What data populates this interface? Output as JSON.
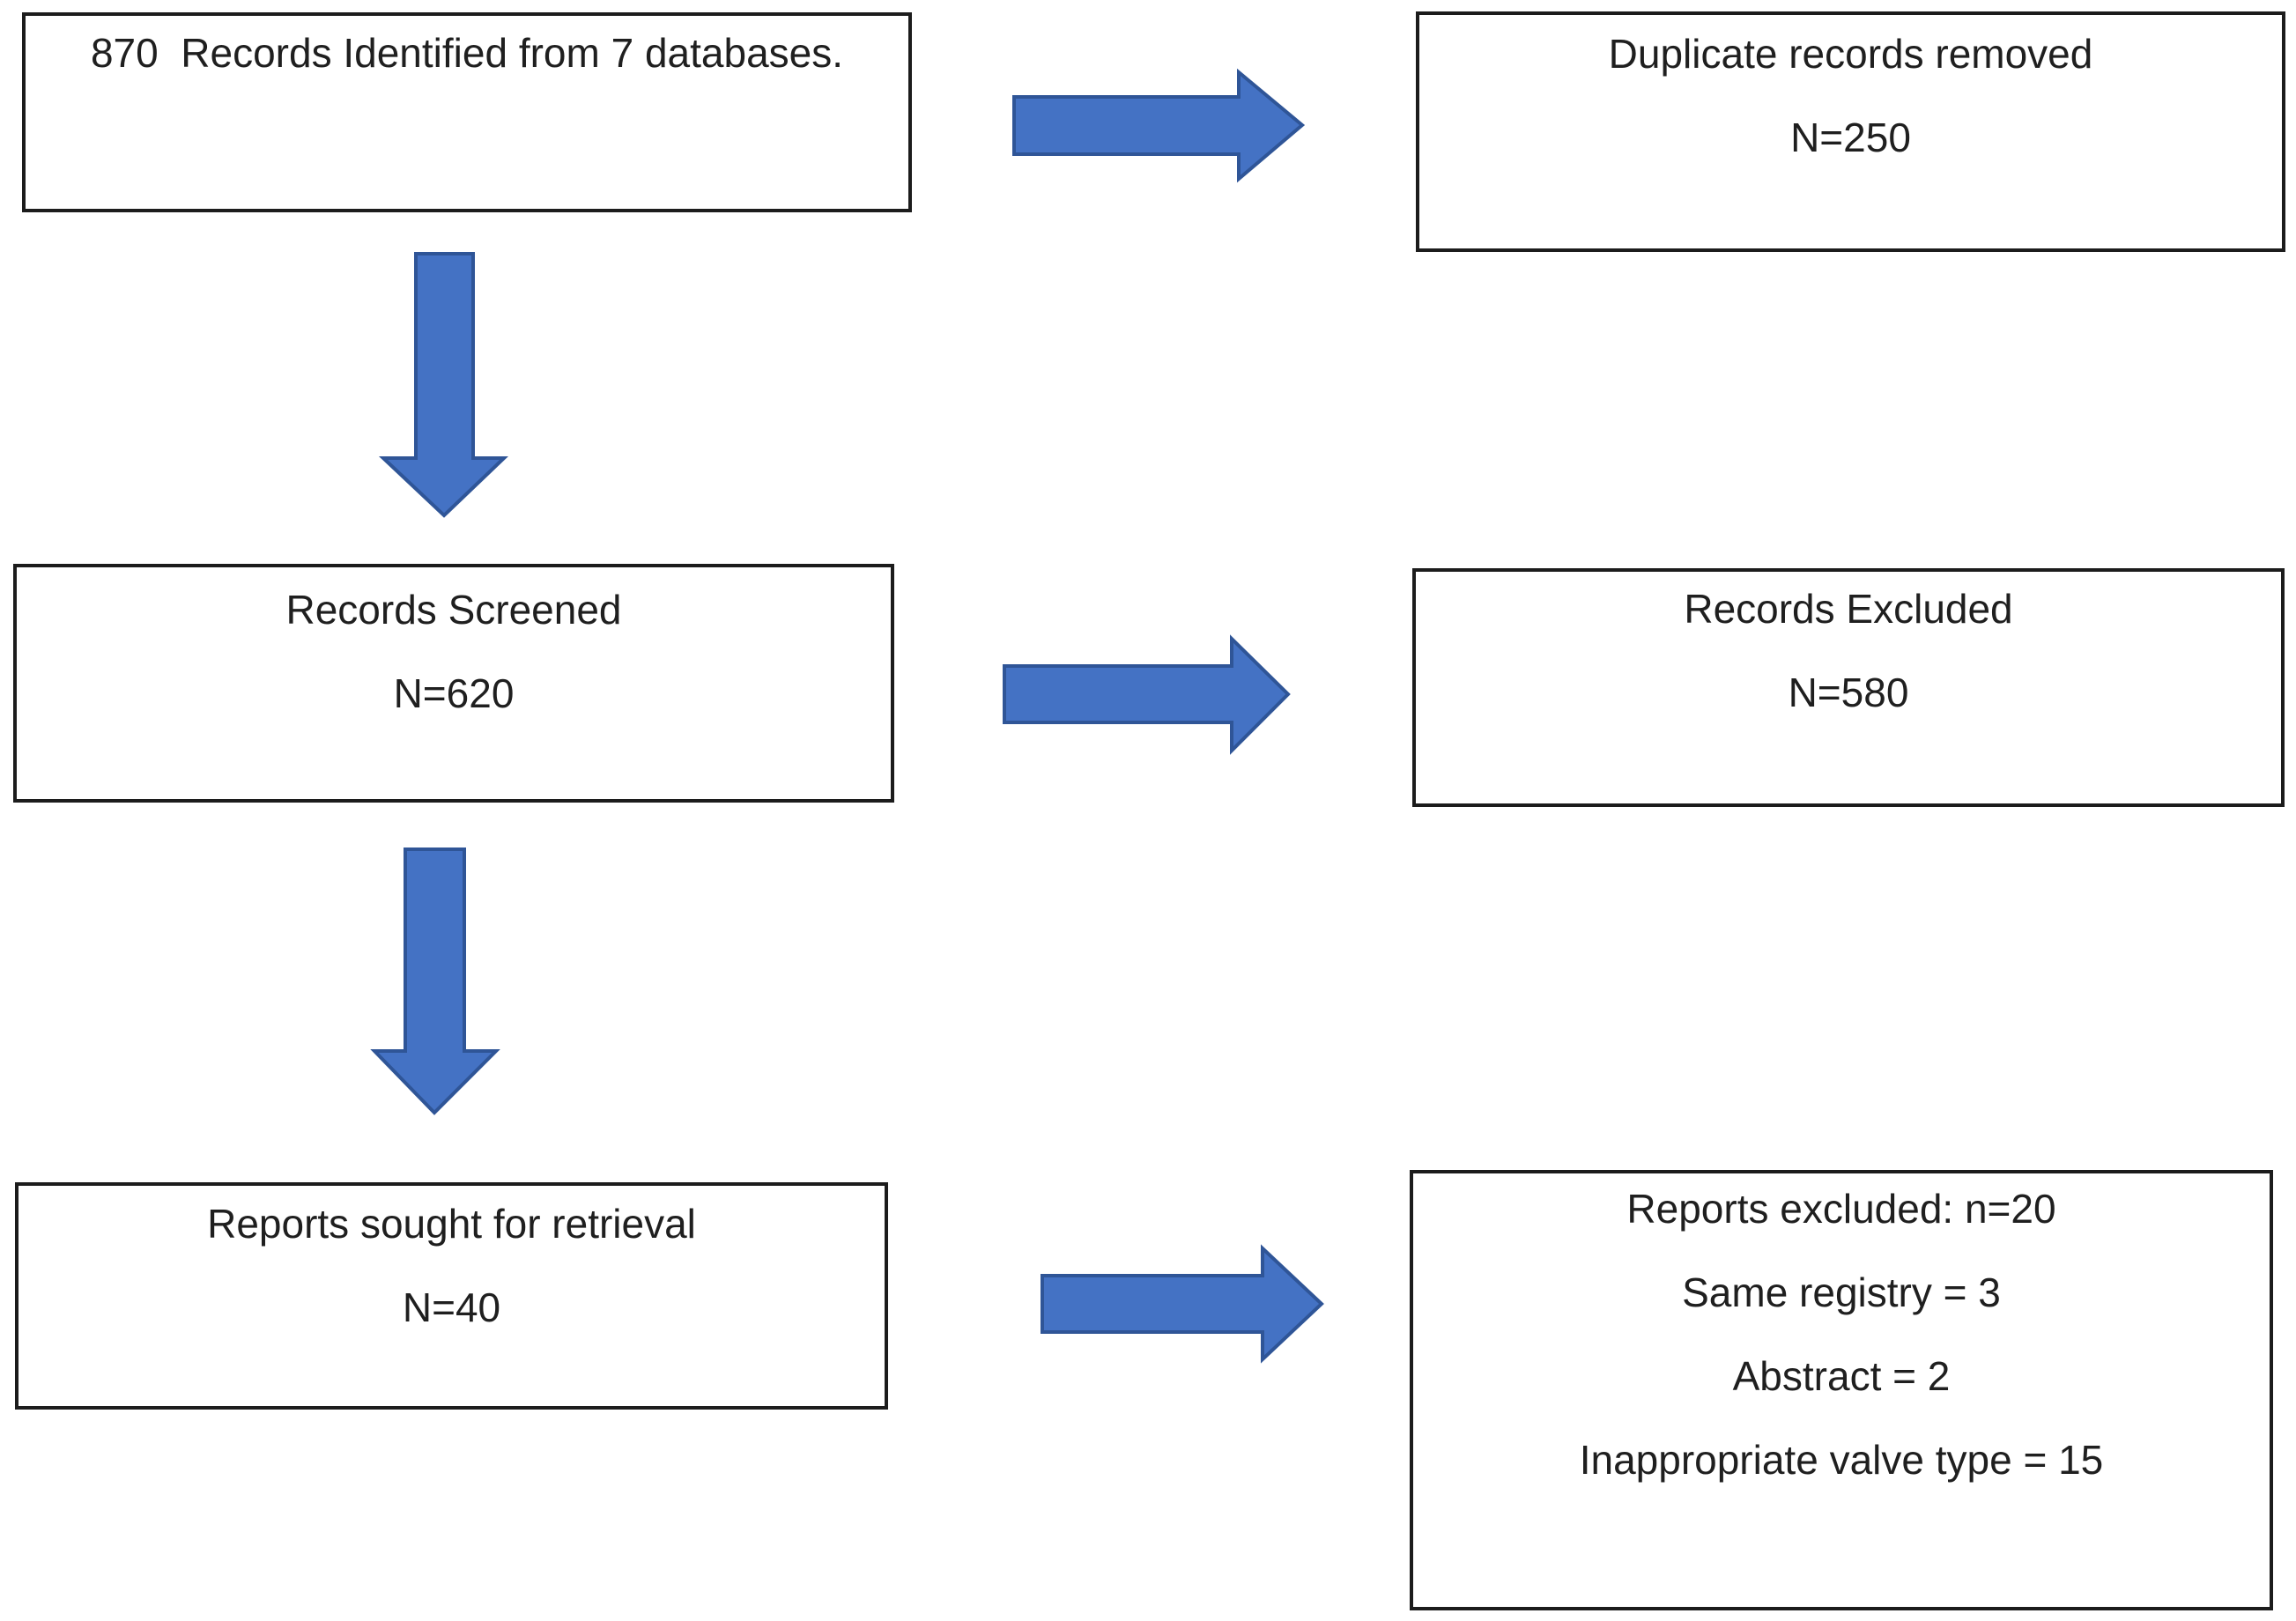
{
  "diagram": {
    "kind": "prisma-flow-diagram",
    "colors": {
      "background": "#ffffff",
      "box_border": "#1c1c1c",
      "text": "#1f1f1f",
      "arrow_fill": "#4472c4",
      "arrow_stroke": "#2f5597"
    },
    "boxes": {
      "identified": {
        "lines": [
          "870  Records Identified from 7 databases."
        ]
      },
      "duplicates": {
        "lines": [
          "Duplicate records removed",
          "N=250"
        ]
      },
      "screened": {
        "lines": [
          "Records Screened",
          "N=620"
        ]
      },
      "excluded": {
        "lines": [
          "Records Excluded",
          "N=580"
        ]
      },
      "sought": {
        "lines": [
          "Reports sought for retrieval",
          "N=40"
        ]
      },
      "reports_excluded": {
        "lines": [
          "Reports excluded: n=20",
          "Same registry = 3",
          "Abstract = 2",
          "Inappropriate valve type = 15"
        ]
      }
    },
    "arrows": [
      {
        "name": "arrow-right-top",
        "direction": "right"
      },
      {
        "name": "arrow-down-upper",
        "direction": "down"
      },
      {
        "name": "arrow-right-middle",
        "direction": "right"
      },
      {
        "name": "arrow-down-lower",
        "direction": "down"
      },
      {
        "name": "arrow-right-bottom",
        "direction": "right"
      }
    ]
  }
}
